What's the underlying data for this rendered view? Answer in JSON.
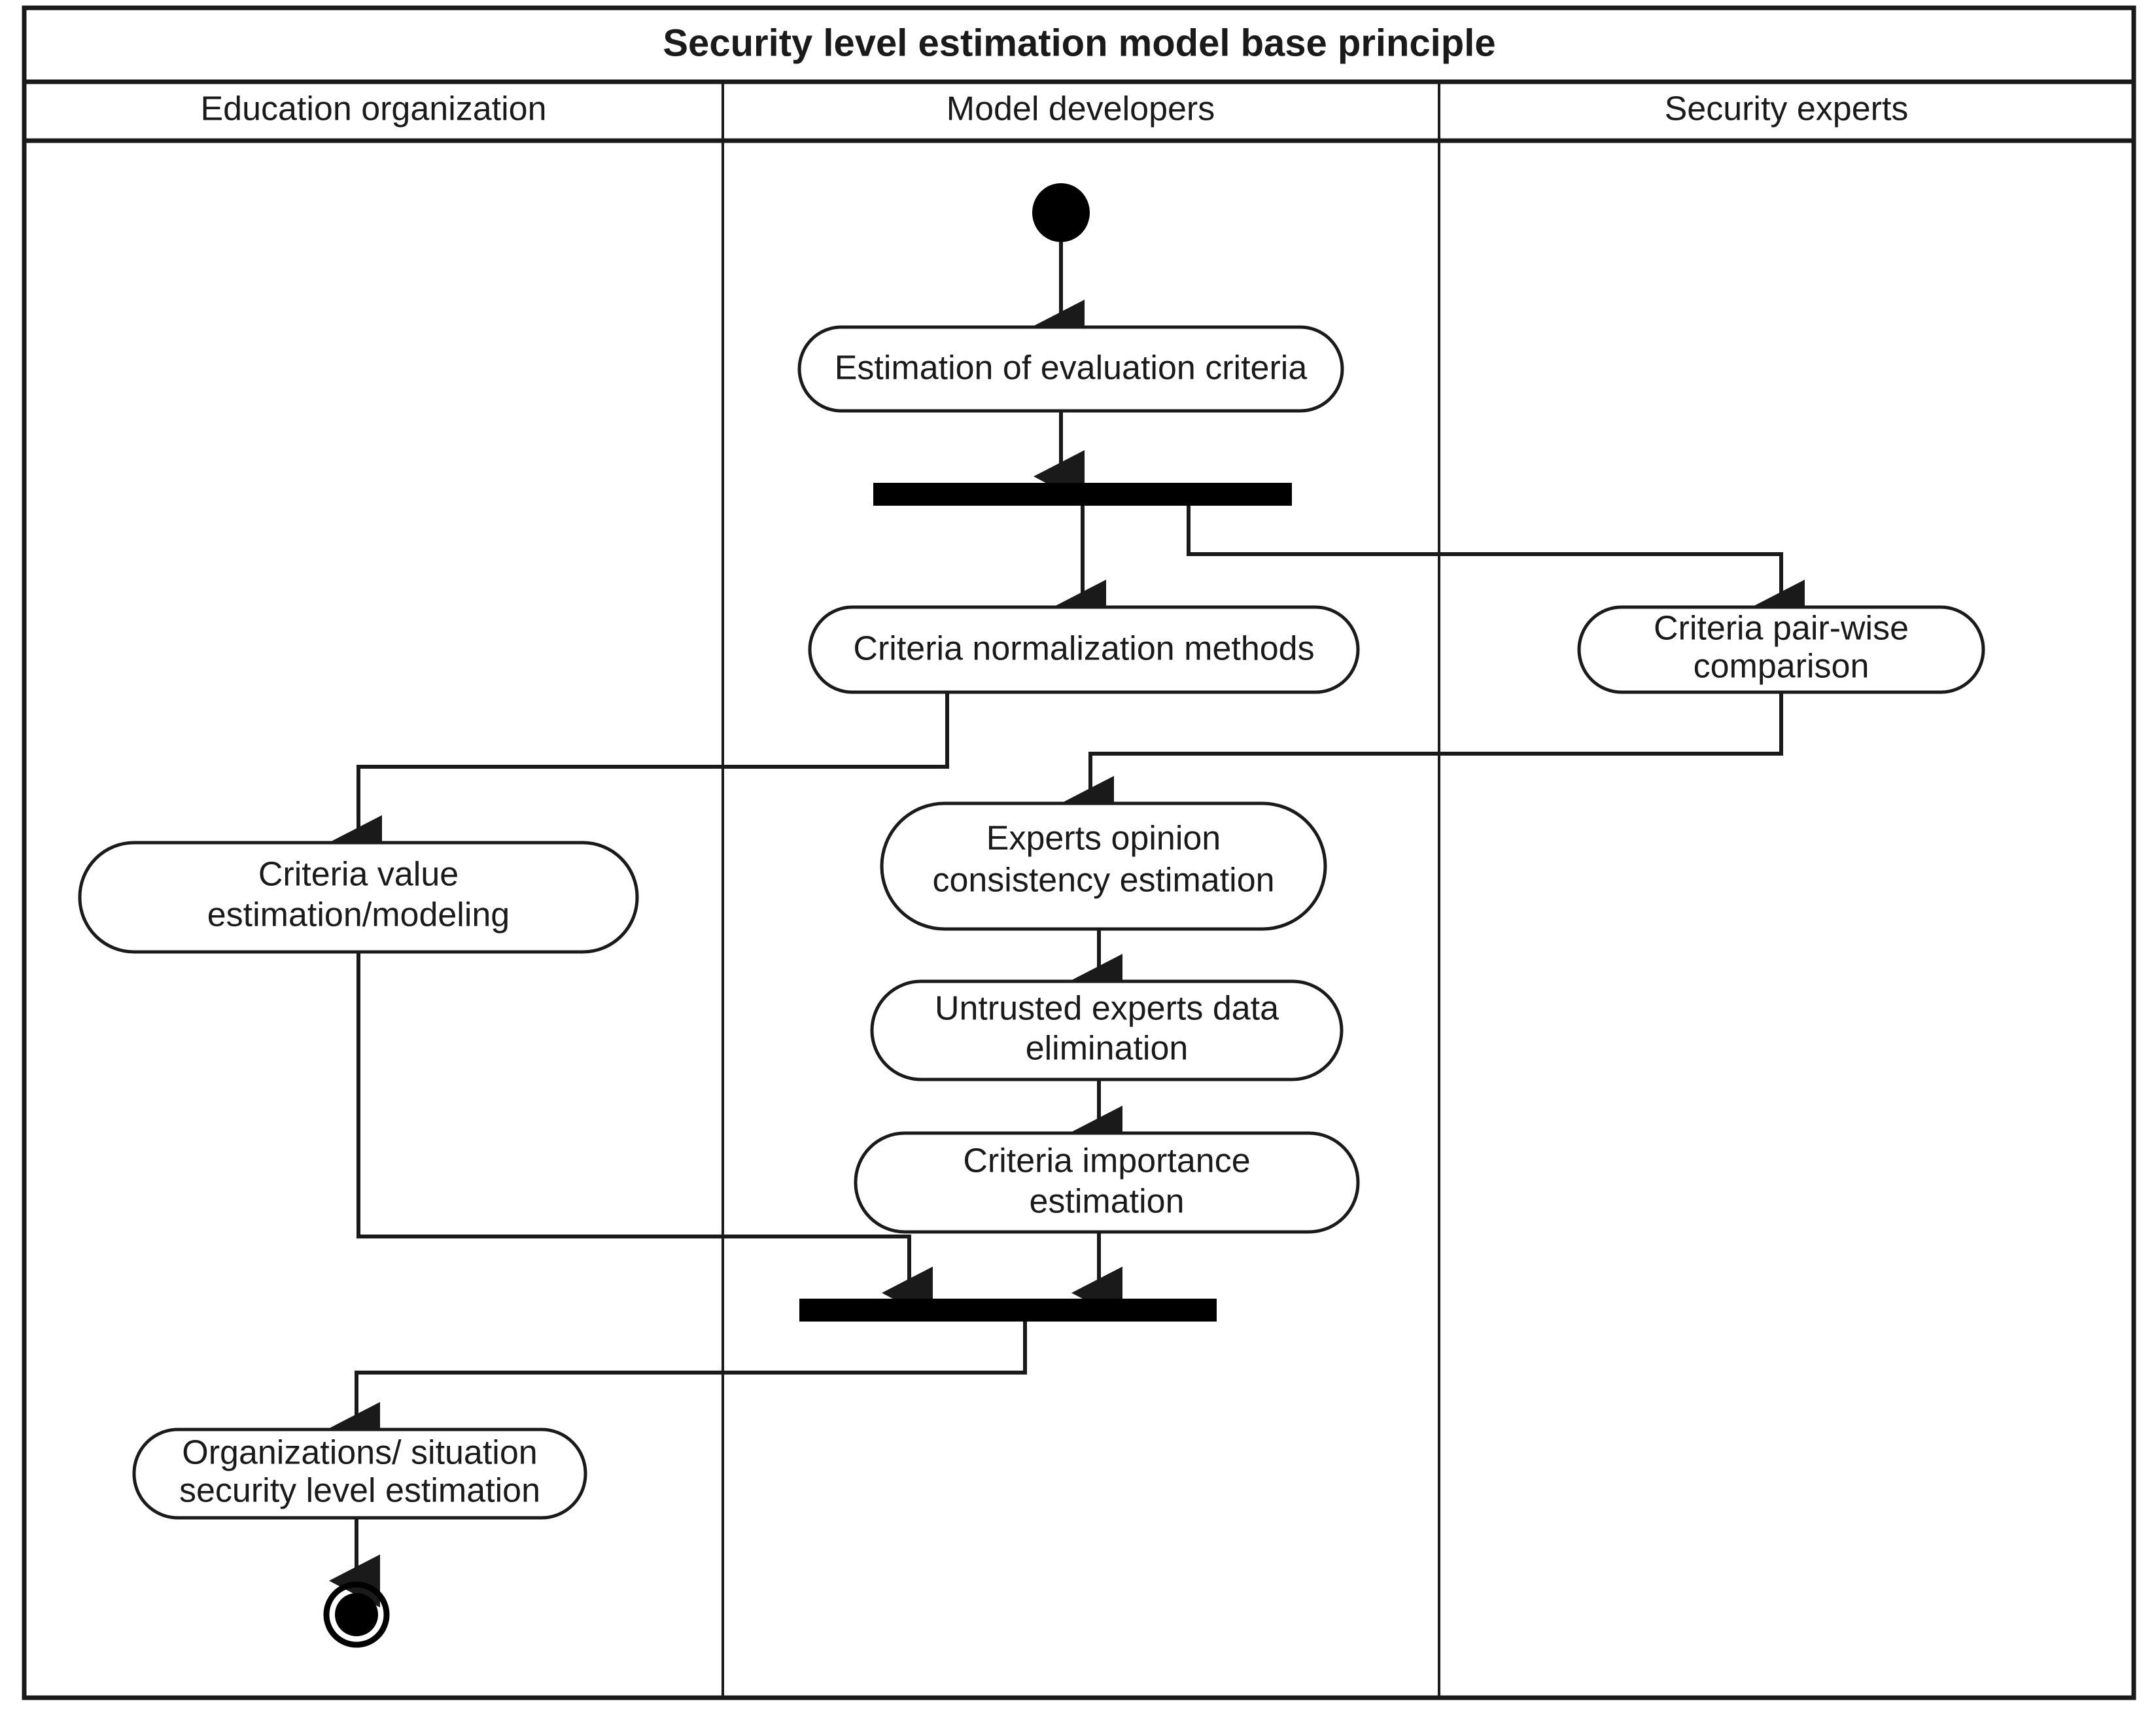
{
  "diagram": {
    "title": "Security level estimation model base principle",
    "type": "uml-activity-swimlane",
    "lanes": [
      {
        "id": "education-organization",
        "label": "Education organization"
      },
      {
        "id": "model-developers",
        "label": "Model developers"
      },
      {
        "id": "security-experts",
        "label": "Security experts"
      }
    ],
    "nodes": {
      "start": {
        "kind": "initial-node",
        "lane": "model-developers"
      },
      "estimation_of_evaluation_criteria": {
        "kind": "action",
        "lane": "model-developers",
        "label": "Estimation of evaluation criteria"
      },
      "fork1": {
        "kind": "fork-bar",
        "lane": "model-developers"
      },
      "criteria_normalization_methods": {
        "kind": "action",
        "lane": "model-developers",
        "label": "Criteria normalization methods"
      },
      "criteria_pair_wise_comparison": {
        "kind": "action",
        "lane": "security-experts",
        "label_line1": "Criteria pair-wise",
        "label_line2": "comparison"
      },
      "criteria_value_estimation_modeling": {
        "kind": "action",
        "lane": "education-organization",
        "label_line1": "Criteria value",
        "label_line2": "estimation/modeling"
      },
      "experts_opinion_consistency_estimation": {
        "kind": "action",
        "lane": "model-developers",
        "label_line1": "Experts opinion",
        "label_line2": "consistency estimation"
      },
      "untrusted_experts_data_elimination": {
        "kind": "action",
        "lane": "model-developers",
        "label_line1": "Untrusted experts data",
        "label_line2": "elimination"
      },
      "criteria_importance_estimation": {
        "kind": "action",
        "lane": "model-developers",
        "label_line1": "Criteria importance",
        "label_line2": "estimation"
      },
      "join1": {
        "kind": "join-bar",
        "lane": "model-developers"
      },
      "organizations_situation_security_level_estimation": {
        "kind": "action",
        "lane": "education-organization",
        "label_line1": "Organizations/ situation",
        "label_line2": "security level estimation"
      },
      "end": {
        "kind": "final-node",
        "lane": "education-organization"
      }
    },
    "edges": [
      {
        "from": "start",
        "to": "estimation_of_evaluation_criteria"
      },
      {
        "from": "estimation_of_evaluation_criteria",
        "to": "fork1"
      },
      {
        "from": "fork1",
        "to": "criteria_normalization_methods"
      },
      {
        "from": "fork1",
        "to": "criteria_pair_wise_comparison"
      },
      {
        "from": "criteria_normalization_methods",
        "to": "criteria_value_estimation_modeling"
      },
      {
        "from": "criteria_pair_wise_comparison",
        "to": "experts_opinion_consistency_estimation"
      },
      {
        "from": "experts_opinion_consistency_estimation",
        "to": "untrusted_experts_data_elimination"
      },
      {
        "from": "untrusted_experts_data_elimination",
        "to": "criteria_importance_estimation"
      },
      {
        "from": "criteria_value_estimation_modeling",
        "to": "join1"
      },
      {
        "from": "criteria_importance_estimation",
        "to": "join1"
      },
      {
        "from": "join1",
        "to": "organizations_situation_security_level_estimation"
      },
      {
        "from": "organizations_situation_security_level_estimation",
        "to": "end"
      }
    ],
    "colors": {
      "stroke": "#1a1a1a",
      "fill_node": "#ffffff",
      "fill_bar": "#000000",
      "background": "#ffffff"
    }
  }
}
